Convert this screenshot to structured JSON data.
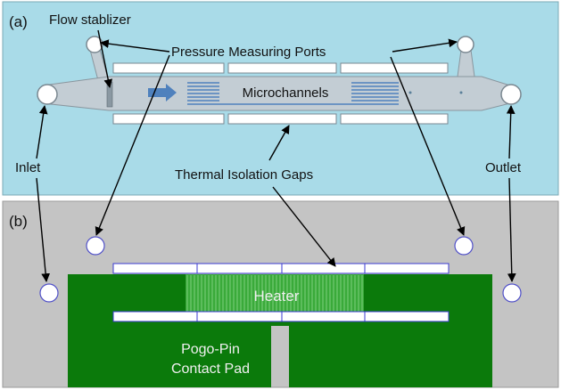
{
  "panels": {
    "a": {
      "label": "(a)",
      "background": "#a9dbe8"
    },
    "b": {
      "label": "(b)",
      "background": "#c4c4c4"
    }
  },
  "labels": {
    "flow_stabilizer": "Flow stablizer",
    "pressure_ports": "Pressure Measuring Ports",
    "microchannels": "Microchannels",
    "inlet": "Inlet",
    "outlet": "Outlet",
    "thermal_gaps": "Thermal Isolation Gaps",
    "heater": "Heater",
    "pad_line1": "Pogo-Pin",
    "pad_line2": "Contact Pad"
  },
  "colors": {
    "channel_body": "#c3cdd4",
    "channel_lines": "#4f81bd",
    "flow_arrow": "#4f81bd",
    "pad_green": "#0b7a0b",
    "heater_green": "#3aaa3a",
    "gap_outline": "#3a3ad0",
    "arrow": "#000000"
  },
  "icons": {
    "flow_direction": "right-arrow-icon"
  }
}
